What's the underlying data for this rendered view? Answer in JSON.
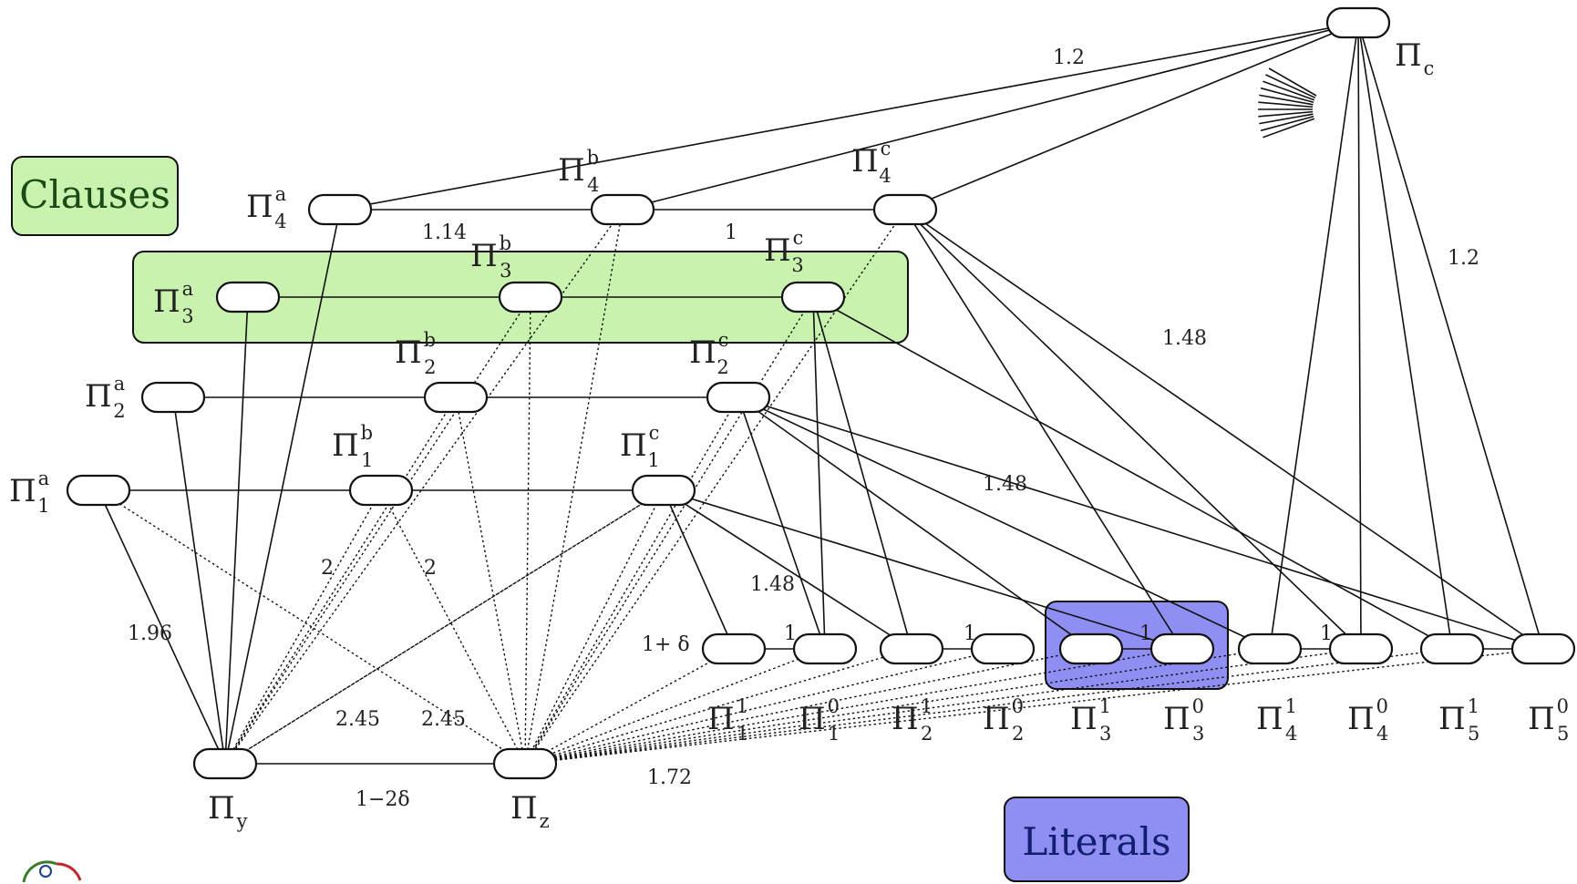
{
  "legend": {
    "clauses_label": "Clauses",
    "literals_label": "Literals",
    "colors": {
      "clauses_fill": "#c8f2ad",
      "literals_fill": "#8e8ef3",
      "stroke": "#111111"
    }
  },
  "nodes": [
    {
      "id": "pc",
      "main": "Π",
      "sub": "c",
      "sup": ""
    },
    {
      "id": "p4a",
      "main": "Π",
      "sub": "4",
      "sup": "a"
    },
    {
      "id": "p4b",
      "main": "Π",
      "sub": "4",
      "sup": "b"
    },
    {
      "id": "p4c",
      "main": "Π",
      "sub": "4",
      "sup": "c"
    },
    {
      "id": "p3a",
      "main": "Π",
      "sub": "3",
      "sup": "a"
    },
    {
      "id": "p3b",
      "main": "Π",
      "sub": "3",
      "sup": "b"
    },
    {
      "id": "p3c",
      "main": "Π",
      "sub": "3",
      "sup": "c"
    },
    {
      "id": "p2a",
      "main": "Π",
      "sub": "2",
      "sup": "a"
    },
    {
      "id": "p2b",
      "main": "Π",
      "sub": "2",
      "sup": "b"
    },
    {
      "id": "p2c",
      "main": "Π",
      "sub": "2",
      "sup": "c"
    },
    {
      "id": "p1a",
      "main": "Π",
      "sub": "1",
      "sup": "a"
    },
    {
      "id": "p1b",
      "main": "Π",
      "sub": "1",
      "sup": "b"
    },
    {
      "id": "p1c",
      "main": "Π",
      "sub": "1",
      "sup": "c"
    },
    {
      "id": "py",
      "main": "Π",
      "sub": "y",
      "sup": ""
    },
    {
      "id": "pz",
      "main": "Π",
      "sub": "z",
      "sup": ""
    },
    {
      "id": "l11",
      "main": "Π",
      "sub": "1",
      "sup": "1"
    },
    {
      "id": "l10",
      "main": "Π",
      "sub": "1",
      "sup": "0"
    },
    {
      "id": "l21",
      "main": "Π",
      "sub": "2",
      "sup": "1"
    },
    {
      "id": "l20",
      "main": "Π",
      "sub": "2",
      "sup": "0"
    },
    {
      "id": "l31",
      "main": "Π",
      "sub": "3",
      "sup": "1"
    },
    {
      "id": "l30",
      "main": "Π",
      "sub": "3",
      "sup": "0"
    },
    {
      "id": "l41",
      "main": "Π",
      "sub": "4",
      "sup": "1"
    },
    {
      "id": "l40",
      "main": "Π",
      "sub": "4",
      "sup": "0"
    },
    {
      "id": "l51",
      "main": "Π",
      "sub": "5",
      "sup": "1"
    },
    {
      "id": "l50",
      "main": "Π",
      "sub": "5",
      "sup": "0"
    }
  ],
  "edge_labels": [
    {
      "id": "w-pc-top",
      "text": "1.2"
    },
    {
      "id": "w-pc-right",
      "text": "1.2"
    },
    {
      "id": "w-p4ab",
      "text": "1.14"
    },
    {
      "id": "w-p4bc",
      "text": "1"
    },
    {
      "id": "w-p4c-lit",
      "text": "1.48"
    },
    {
      "id": "w-p2c-lit",
      "text": "1.48"
    },
    {
      "id": "w-p1c-lit",
      "text": "1.48"
    },
    {
      "id": "w-p1b-a",
      "text": "2"
    },
    {
      "id": "w-p1b-b",
      "text": "2"
    },
    {
      "id": "w-p1a-py",
      "text": "1.96"
    },
    {
      "id": "w-cross-1",
      "text": "2.45"
    },
    {
      "id": "w-cross-2",
      "text": "2.45"
    },
    {
      "id": "w-p1c-pz",
      "text": "1+ δ"
    },
    {
      "id": "w-py-pz",
      "text": "1−2δ"
    },
    {
      "id": "w-pz-lit",
      "text": "1.72"
    },
    {
      "id": "w-lit-1",
      "text": "1"
    },
    {
      "id": "w-lit-2",
      "text": "1"
    },
    {
      "id": "w-lit-3",
      "text": "1"
    },
    {
      "id": "w-lit-4",
      "text": "1"
    }
  ]
}
